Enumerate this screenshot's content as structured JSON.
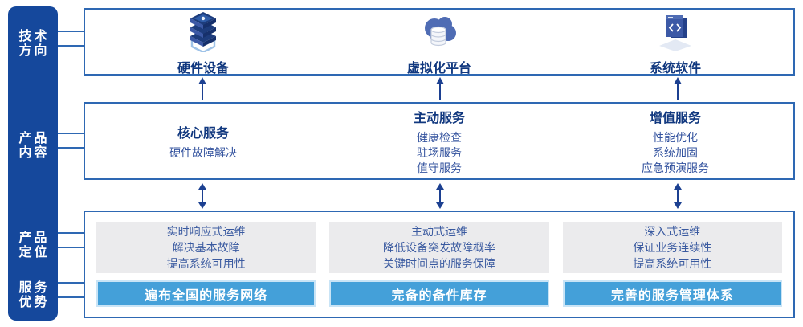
{
  "colors": {
    "sidebar-bg": "#15489c",
    "box-border": "#2e68b3",
    "connector": "#2e68b3",
    "heading": "#11387f",
    "body-text": "#35549f",
    "panel-bg": "#ebebed",
    "panel-text": "#3a5aa0",
    "bar-bg": "#44a0d9",
    "bar-border": "#c9e4f6",
    "bar-text": "#ffffff",
    "arrow": "#1c4091",
    "icon-dark": "#1d3c7c",
    "icon-mid": "#3c59a6",
    "icon-deep": "#16306b",
    "icon-cloud": "#4f6cb4",
    "icon-light": "#9fc3e8",
    "icon-pale": "#e3e9f4"
  },
  "sidebar": {
    "labels": [
      {
        "line1": "技术",
        "line2": "方向"
      },
      {
        "line1": "产品",
        "line2": "内容"
      },
      {
        "line1": "产品",
        "line2": "定位"
      },
      {
        "line1": "服务",
        "line2": "优势"
      }
    ]
  },
  "tech_row": {
    "items": [
      {
        "label": "硬件设备",
        "icon": "server-stack-icon"
      },
      {
        "label": "虚拟化平台",
        "icon": "cloud-database-icon"
      },
      {
        "label": "系统软件",
        "icon": "code-window-icon"
      }
    ]
  },
  "content_row": {
    "columns": [
      {
        "title": "核心服务",
        "items": [
          "硬件故障解决"
        ]
      },
      {
        "title": "主动服务",
        "items": [
          "健康检查",
          "驻场服务",
          "值守服务"
        ]
      },
      {
        "title": "增值服务",
        "items": [
          "性能优化",
          "系统加固",
          "应急预演服务"
        ]
      }
    ]
  },
  "positioning_row": {
    "columns": [
      {
        "lines": [
          "实时响应式运维",
          "解决基本故障",
          "提高系统可用性"
        ],
        "bar": "遍布全国的服务网络"
      },
      {
        "lines": [
          "主动式运维",
          "降低设备突发故障概率",
          "关键时间点的服务保障"
        ],
        "bar": "完备的备件库存"
      },
      {
        "lines": [
          "深入式运维",
          "保证业务连续性",
          "提高系统可用性"
        ],
        "bar": "完善的服务管理体系"
      }
    ]
  }
}
